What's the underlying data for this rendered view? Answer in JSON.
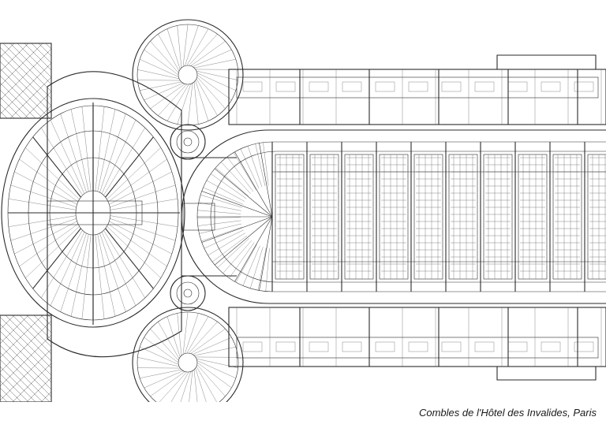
{
  "caption": "Combles de l'Hôtel des Invalides, Paris",
  "drawing": {
    "elements": [
      "dome-plan",
      "staircases",
      "nave-vault",
      "roof-wings",
      "lantern-towers"
    ]
  }
}
